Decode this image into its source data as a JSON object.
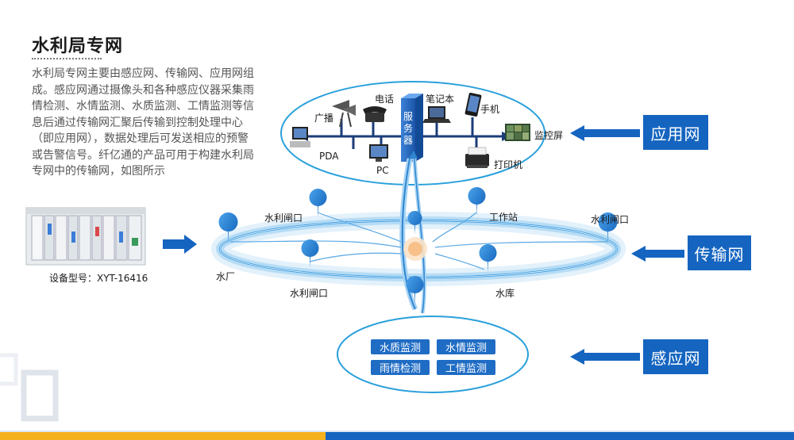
{
  "title": "水利局专网",
  "intro": "水利局专网主要由感应网、传输网、应用网组成。感应网通过摄像头和各种感应仪器采集雨情检测、水情监测、水质监测、工情监测等信息后通过传输网汇聚后传输到控制处理中心（即应用网），数据处理后可发送相应的预警或告警信号。纤亿通的产品可用于构建水利局专网中的传输网，如图所示",
  "device": {
    "caption": "设备型号：XYT-16416"
  },
  "layers": {
    "application": "应用网",
    "transmission": "传输网",
    "sensing": "感应网"
  },
  "app_net": {
    "server": "服务器",
    "broadcast": "广播",
    "phone": "电话",
    "laptop": "笔记本",
    "mobile": "手机",
    "monitor": "监控屏",
    "pda": "PDA",
    "pc": "PC",
    "printer": "打印机"
  },
  "trans_net": {
    "gate_top_left": "水利闸口",
    "workstation": "工作站",
    "gate_right": "水利闸口",
    "waterworks": "水厂",
    "gate_bottom_left": "水利闸口",
    "reservoir": "水库"
  },
  "sensors": [
    "水质监测",
    "水情监测",
    "雨情检测",
    "工情监测"
  ],
  "colors": {
    "accent": "#1565c0",
    "ring": "#2aa0dc",
    "stripe": "#f6b21c"
  }
}
